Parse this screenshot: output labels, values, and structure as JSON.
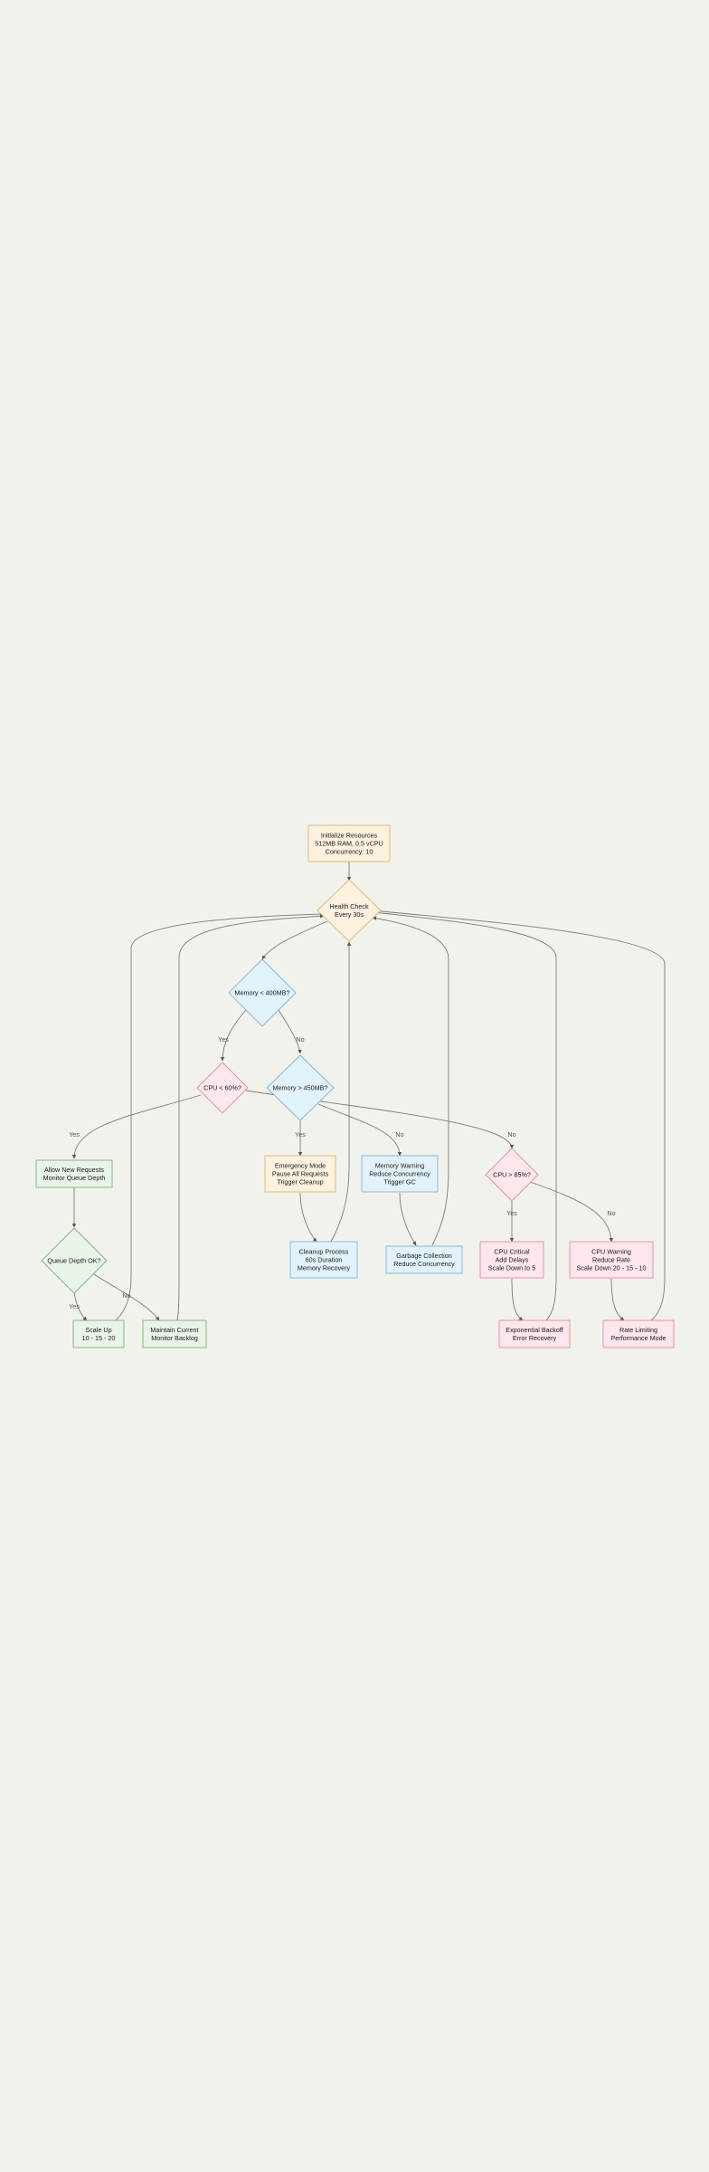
{
  "nodes": {
    "init": {
      "lines": [
        "Initialize Resources",
        "512MB RAM, 0.5 vCPU",
        "Concurrency: 10"
      ],
      "fill": "#fdf1e0",
      "stroke": "#e2b36e"
    },
    "health": {
      "lines": [
        "Health Check",
        "Every 30s"
      ],
      "fill": "#fdf1e0",
      "stroke": "#e2b36e"
    },
    "mem400": {
      "lines": [
        "Memory < 400MB?"
      ],
      "fill": "#e2f2fb",
      "stroke": "#7fb3d3"
    },
    "cpu60": {
      "lines": [
        "CPU < 60%?"
      ],
      "fill": "#fde6ec",
      "stroke": "#e08aa2"
    },
    "mem450": {
      "lines": [
        "Memory > 450MB?"
      ],
      "fill": "#e2f2fb",
      "stroke": "#7fb3d3"
    },
    "allow": {
      "lines": [
        "Allow New Requests",
        "Monitor Queue Depth"
      ],
      "fill": "#e9f4e8",
      "stroke": "#7fae7a"
    },
    "emergency": {
      "lines": [
        "Emergency Mode",
        "Pause All Requests",
        "Trigger Cleanup"
      ],
      "fill": "#fdf1e0",
      "stroke": "#e2b36e"
    },
    "memwarn": {
      "lines": [
        "Memory Warning",
        "Reduce Concurrency",
        "Trigger GC"
      ],
      "fill": "#e2f2fb",
      "stroke": "#7fb3d3"
    },
    "cpu85": {
      "lines": [
        "CPU > 85%?"
      ],
      "fill": "#fde6ec",
      "stroke": "#e08aa2"
    },
    "queue": {
      "lines": [
        "Queue Depth OK?"
      ],
      "fill": "#e9f4e8",
      "stroke": "#7fae7a"
    },
    "cleanup": {
      "lines": [
        "Cleanup Process",
        "60s Duration",
        "Memory Recovery"
      ],
      "fill": "#e2f2fb",
      "stroke": "#7fb3d3"
    },
    "gc": {
      "lines": [
        "Garbage Collection",
        "Reduce Concurrency"
      ],
      "fill": "#e2f2fb",
      "stroke": "#7fb3d3"
    },
    "cpucrit": {
      "lines": [
        "CPU Critical",
        "Add Delays",
        "Scale Down to 5"
      ],
      "fill": "#fde6ec",
      "stroke": "#e08aa2"
    },
    "cpuwarn": {
      "lines": [
        "CPU Warning",
        "Reduce Rate",
        "Scale Down 20 - 15 - 10"
      ],
      "fill": "#fde6ec",
      "stroke": "#e08aa2"
    },
    "scaleup": {
      "lines": [
        "Scale Up",
        "10 - 15 - 20"
      ],
      "fill": "#e9f4e8",
      "stroke": "#7fae7a"
    },
    "maintain": {
      "lines": [
        "Maintain Current",
        "Monitor Backlog"
      ],
      "fill": "#e9f4e8",
      "stroke": "#7fae7a"
    },
    "backoff": {
      "lines": [
        "Exponential Backoff",
        "Error Recovery"
      ],
      "fill": "#fde6ec",
      "stroke": "#e08aa2"
    },
    "ratelimit": {
      "lines": [
        "Rate Limiting",
        "Performance Mode"
      ],
      "fill": "#fde6ec",
      "stroke": "#e08aa2"
    }
  },
  "edge_labels": {
    "yes": "Yes",
    "no": "No"
  },
  "colors": {
    "background": "#f2f2ec",
    "edge": "#7a7a7a",
    "edge_label": "#3a5a78"
  }
}
